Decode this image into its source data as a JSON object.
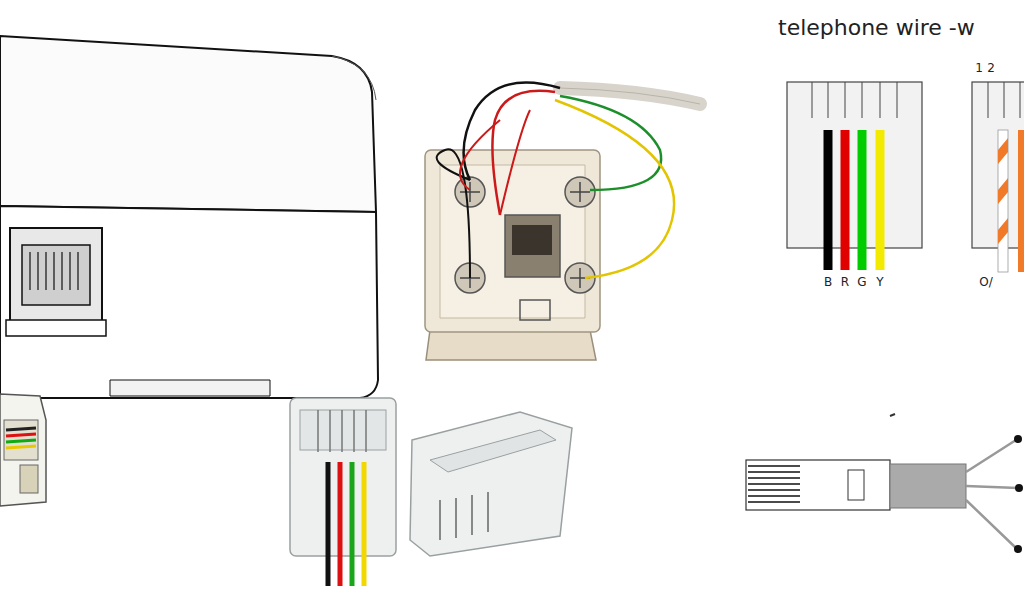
{
  "diagram": {
    "title": "telephone wire -w",
    "labels": [
      "B",
      "R",
      "G",
      "Y",
      "1",
      "2",
      "O/"
    ]
  }
}
